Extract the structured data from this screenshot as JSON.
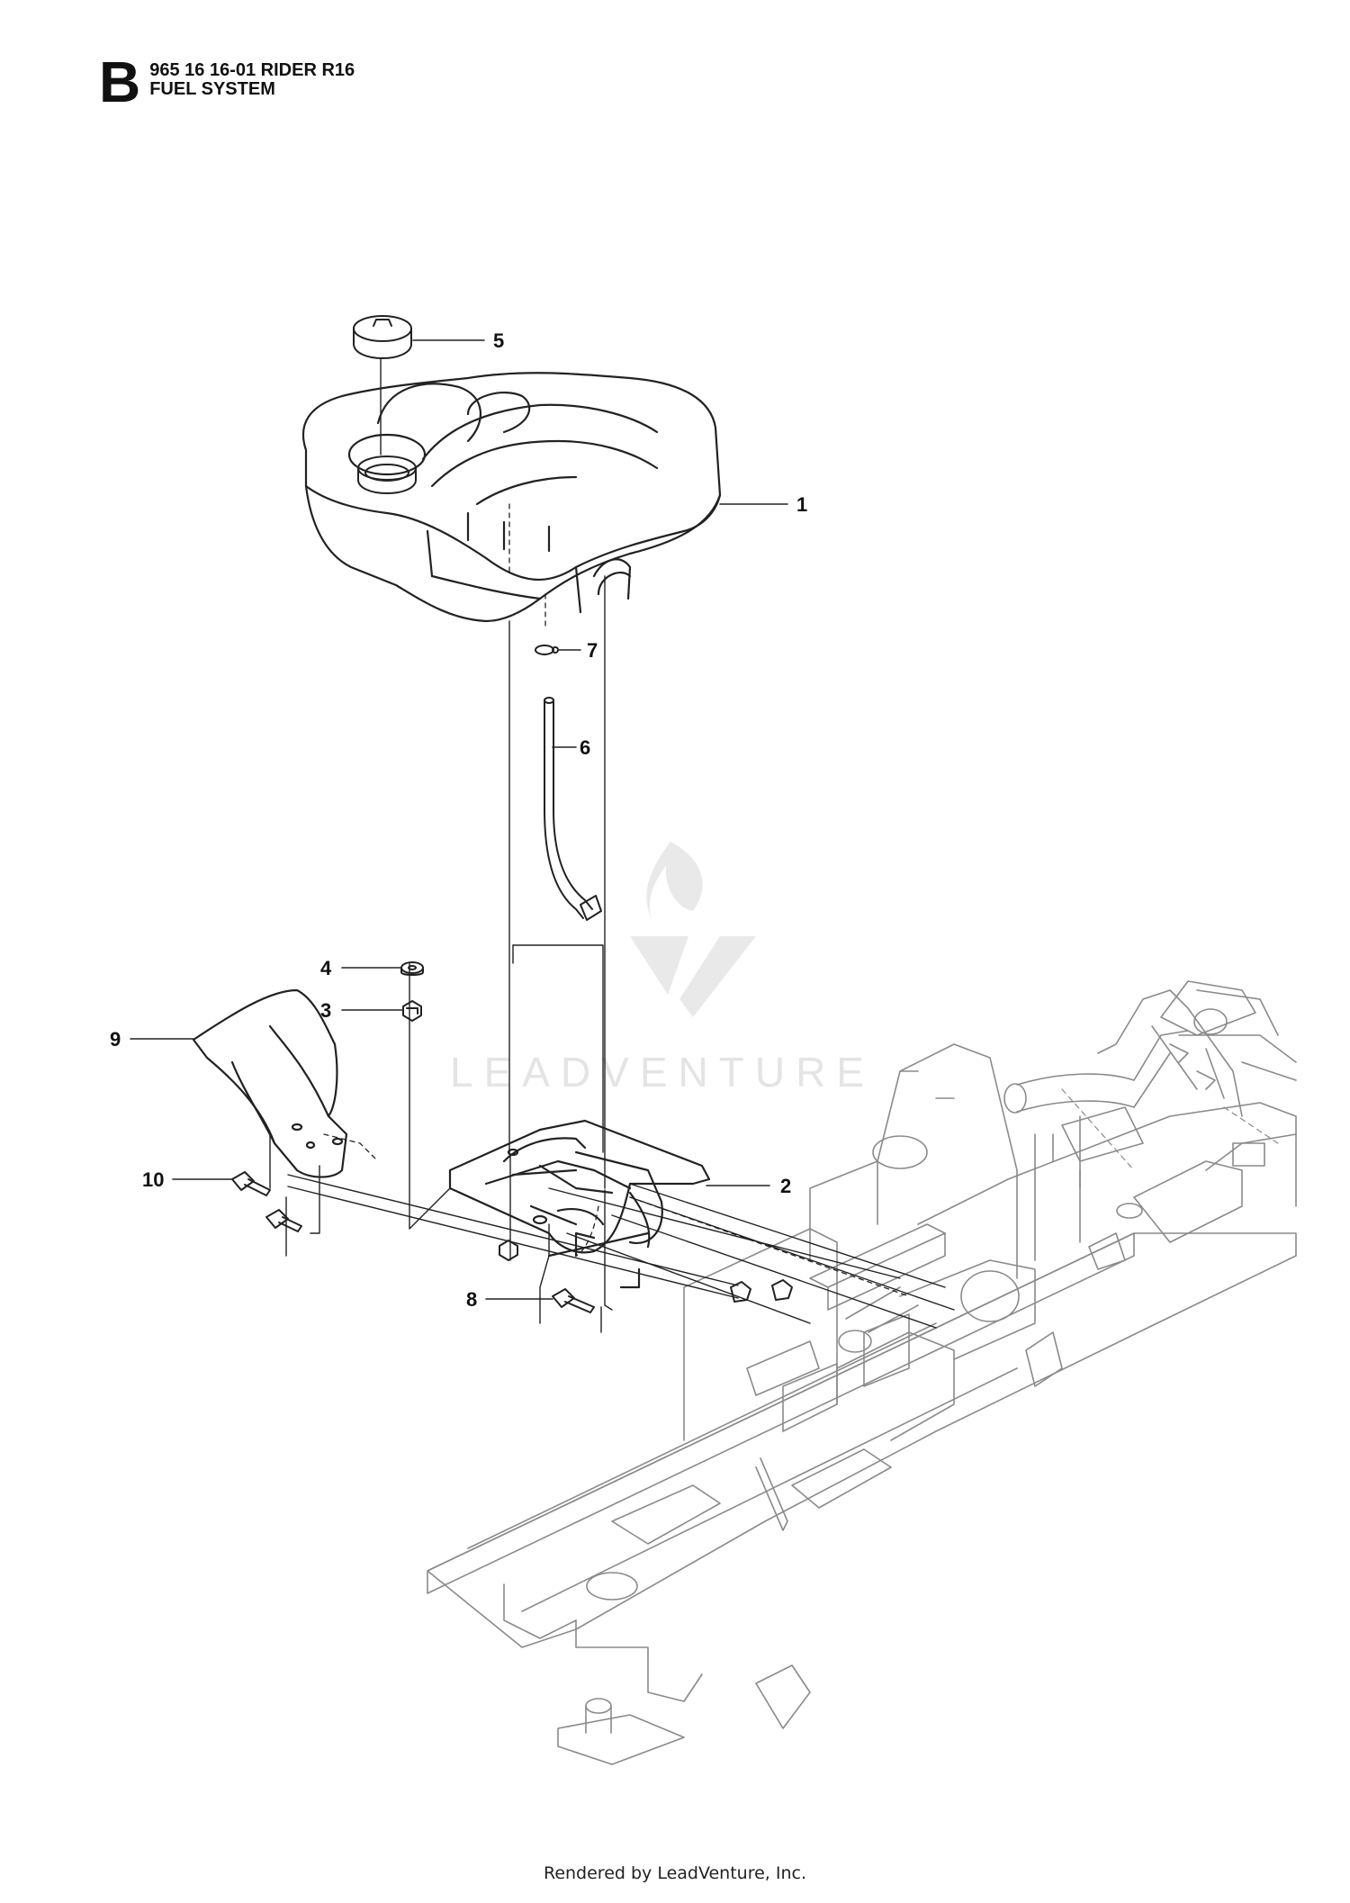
{
  "header": {
    "section": "B",
    "model": "965 16 16-01 RIDER R16",
    "system": "FUEL SYSTEM"
  },
  "callouts": [
    "1",
    "2",
    "3",
    "4",
    "5",
    "6",
    "7",
    "8",
    "9",
    "10"
  ],
  "watermark": {
    "text": "LEADVENTURE"
  },
  "footer": {
    "text": "Rendered by LeadVenture, Inc."
  }
}
